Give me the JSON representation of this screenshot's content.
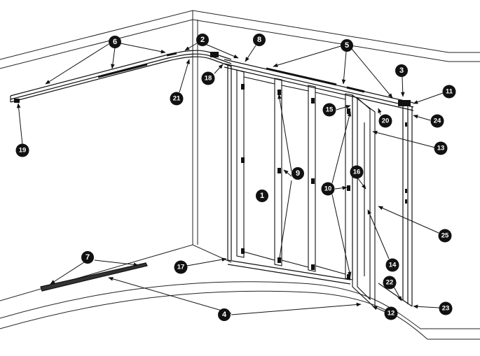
{
  "diagram": {
    "labels": [
      "1",
      "2",
      "3",
      "4",
      "5",
      "6",
      "7",
      "8",
      "9",
      "10",
      "11",
      "12",
      "13",
      "14",
      "15",
      "16",
      "17",
      "18",
      "19",
      "20",
      "21",
      "22",
      "23",
      "24",
      "25"
    ],
    "ink_color": "#111111",
    "background_color": "#ffffff"
  }
}
